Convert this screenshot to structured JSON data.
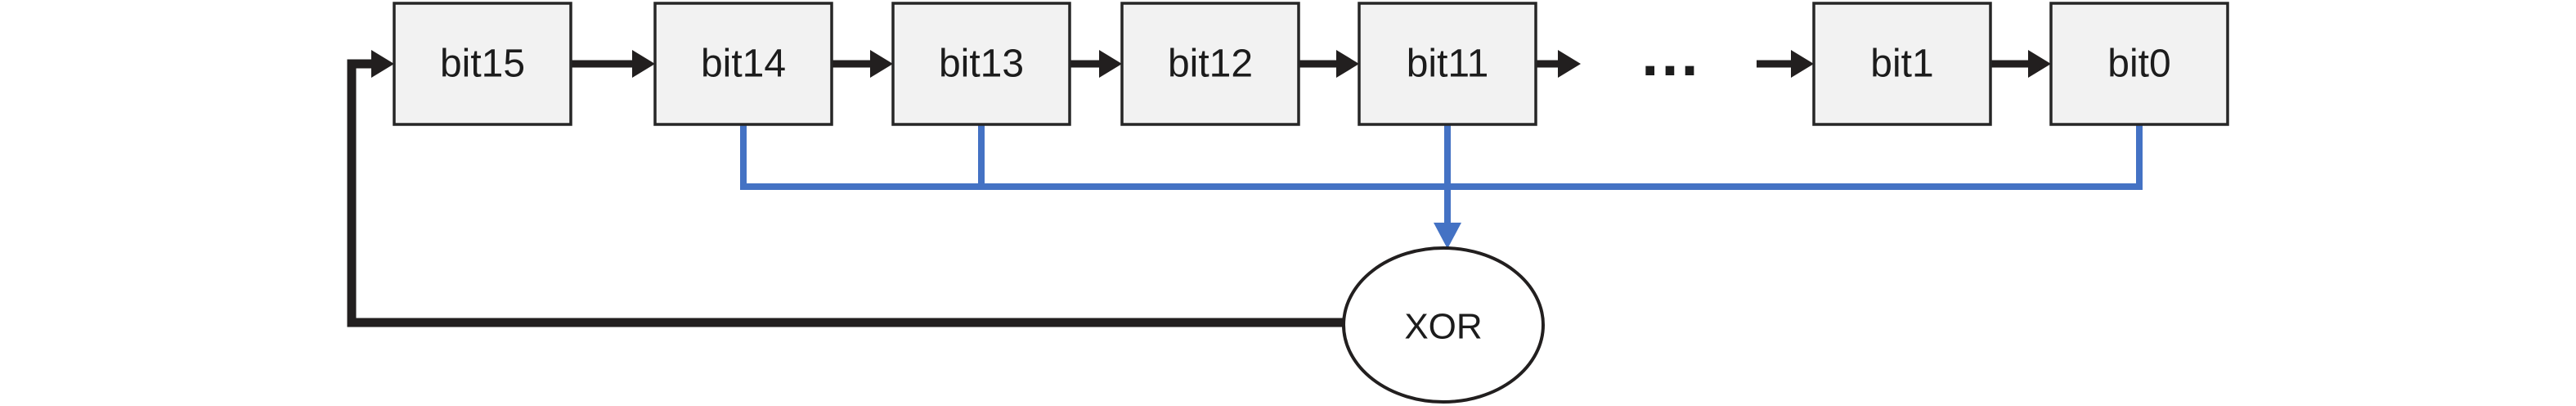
{
  "diagram": {
    "kind": "16-bit linear feedback shift register",
    "registers": [
      {
        "label": "bit15"
      },
      {
        "label": "bit14"
      },
      {
        "label": "bit13"
      },
      {
        "label": "bit12"
      },
      {
        "label": "bit11"
      },
      {
        "label": "bit1"
      },
      {
        "label": "bit0"
      }
    ],
    "ellipsis": "…",
    "xor": {
      "label": "XOR"
    },
    "taps": [
      "bit14",
      "bit13",
      "bit11",
      "bit0"
    ],
    "colors": {
      "tap_line": "#4472C4",
      "wire": "#221F1F",
      "box_fill": "#F2F2F2",
      "box_border": "#262626"
    }
  }
}
